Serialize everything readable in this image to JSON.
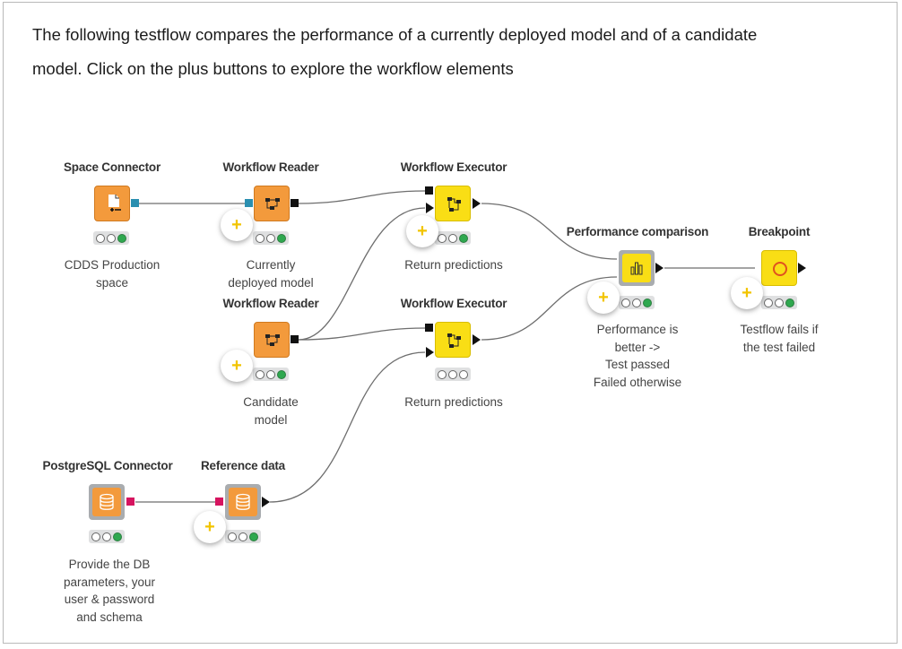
{
  "intro": {
    "line1": "The following testflow compares the performance of a currently deployed model and of a candidate",
    "line2": "model. Click on the plus buttons to explore the workflow elements"
  },
  "nodes": {
    "space_connector": {
      "title": "Space Connector",
      "desc": "CDDS Production\nspace"
    },
    "workflow_reader_1": {
      "title": "Workflow Reader",
      "desc": "Currently\ndeployed model"
    },
    "workflow_executor_1": {
      "title": "Workflow Executor",
      "desc": "Return predictions"
    },
    "performance_comparison": {
      "title": "Performance comparison",
      "desc": "Performance is\nbetter ->\nTest passed\nFailed otherwise"
    },
    "breakpoint": {
      "title": "Breakpoint",
      "desc": "Testflow fails if\nthe test failed"
    },
    "workflow_reader_2": {
      "title": "Workflow Reader",
      "desc": "Candidate\nmodel"
    },
    "workflow_executor_2": {
      "title": "Workflow Executor",
      "desc": "Return predictions"
    },
    "postgresql_connector": {
      "title": "PostgreSQL Connector",
      "desc": "Provide the DB\nparameters, your\nuser & password\nand schema"
    },
    "reference_data": {
      "title": "Reference data",
      "desc": ""
    }
  },
  "plus_label": "+",
  "colors": {
    "orange": "#f39a3c",
    "yellow": "#f9de15",
    "teal_port": "#2a8fb0",
    "pink_port": "#d6145f",
    "plus": "#f2c400",
    "green_status": "#2fa84f"
  },
  "icons": {
    "space_connector": "document-connector-icon",
    "workflow": "workflow-icon",
    "database": "database-icon",
    "chart": "bar-chart-icon",
    "breakpoint": "breakpoint-circle-icon"
  }
}
